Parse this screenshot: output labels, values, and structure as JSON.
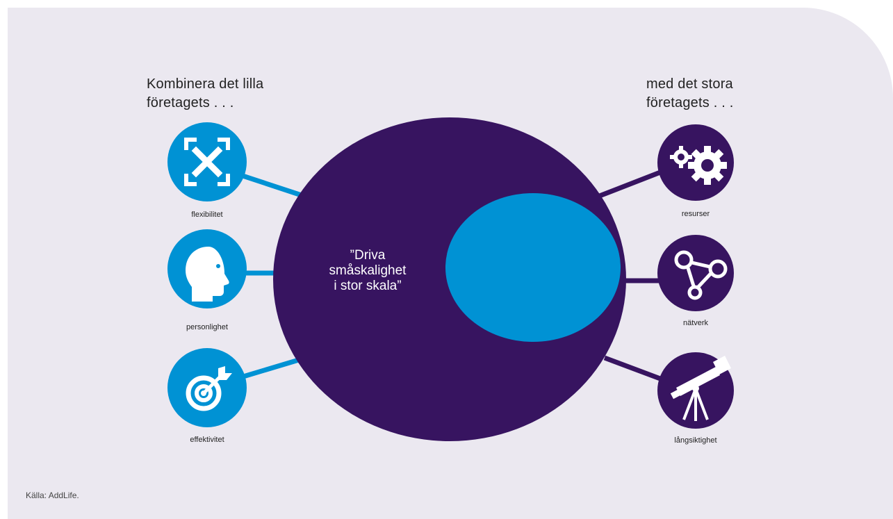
{
  "left_heading": {
    "line1": "Kombinera det lilla",
    "line2": "företagets . . ."
  },
  "right_heading": {
    "line1": "med det stora",
    "line2": "företagets . . ."
  },
  "center_quote": {
    "line1": "”Driva",
    "line2": "småskalighet",
    "line3": "i stor skala”"
  },
  "left_items": [
    {
      "label": "flexibilitet",
      "icon": "expand-x-icon"
    },
    {
      "label": "personlighet",
      "icon": "head-profile-icon"
    },
    {
      "label": "effektivitet",
      "icon": "target-arrow-icon"
    }
  ],
  "right_items": [
    {
      "label": "resurser",
      "icon": "gears-icon"
    },
    {
      "label": "nätverk",
      "icon": "network-nodes-icon"
    },
    {
      "label": "långsiktighet",
      "icon": "telescope-icon"
    }
  ],
  "source": "Källa: AddLife.",
  "colors": {
    "purple": "#371460",
    "blue": "#0092d4",
    "background": "#ebe8f0"
  }
}
